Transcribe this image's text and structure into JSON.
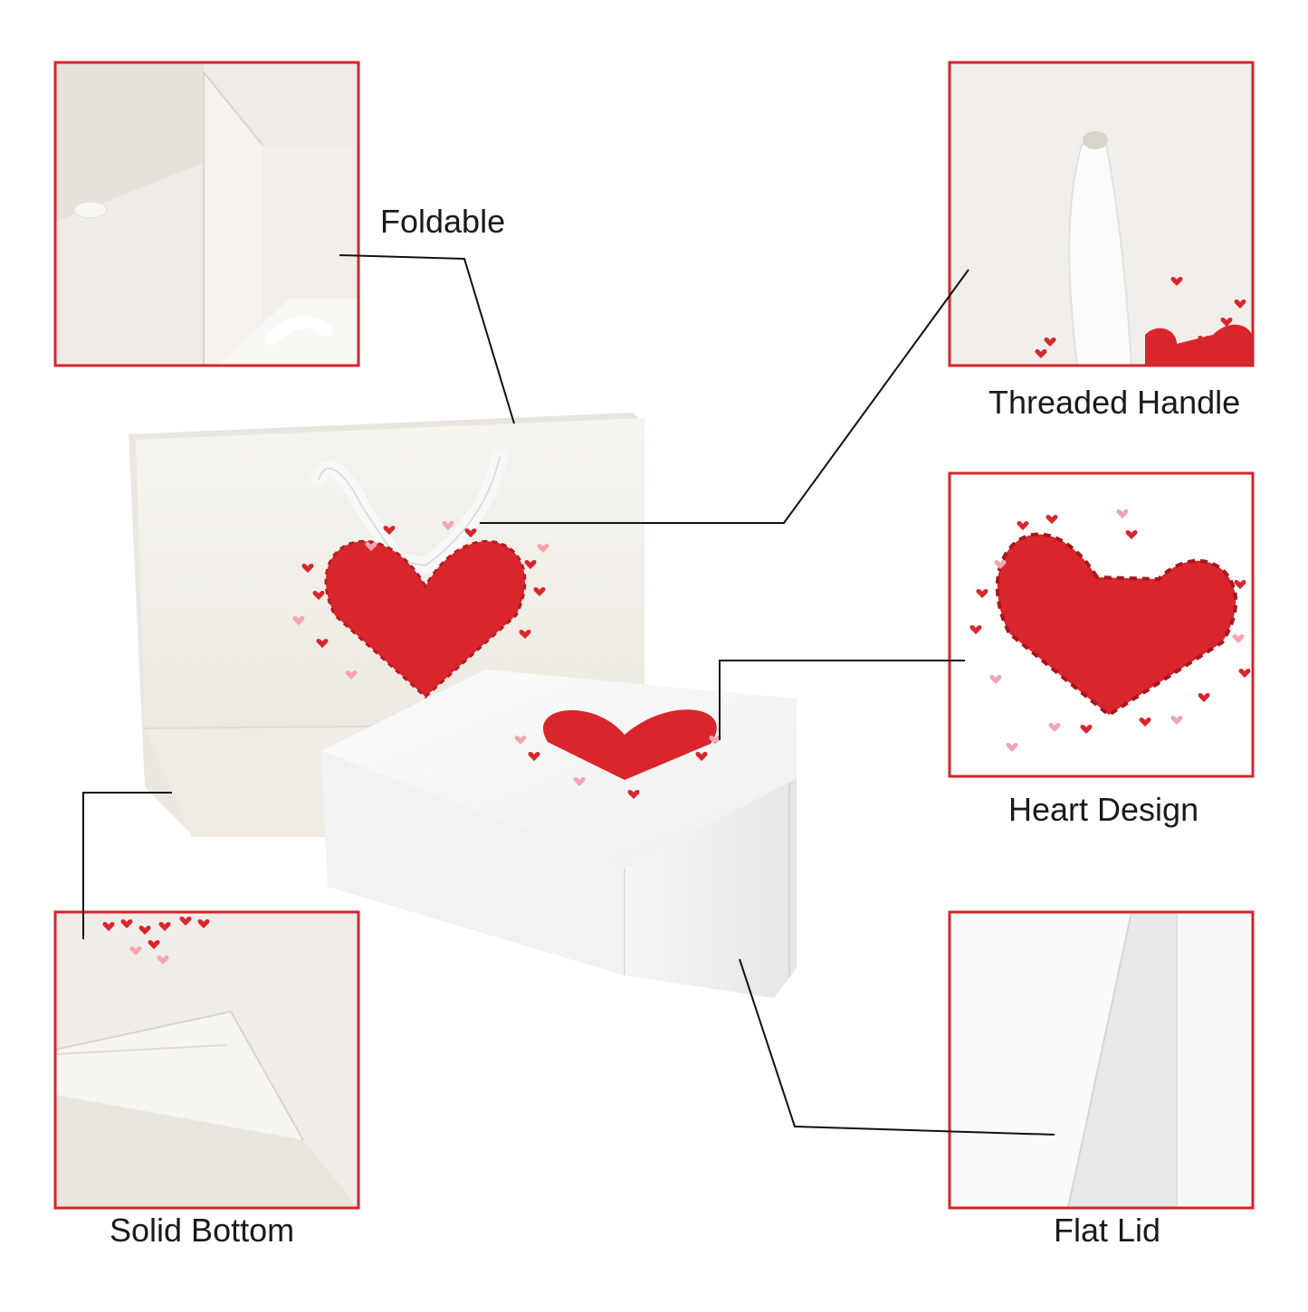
{
  "labels": {
    "foldable": "Foldable",
    "threaded_handle": "Threaded Handle",
    "heart_design": "Heart Design",
    "solid_bottom": "Solid Bottom",
    "flat_lid": "Flat Lid"
  },
  "colors": {
    "frame_border": "#d4242b",
    "heart_red": "#d9262c",
    "heart_pink": "#f2a6b0",
    "paper_cream": "#f3f0ea",
    "box_white": "#f7f7f7",
    "callout_line": "#111111"
  }
}
